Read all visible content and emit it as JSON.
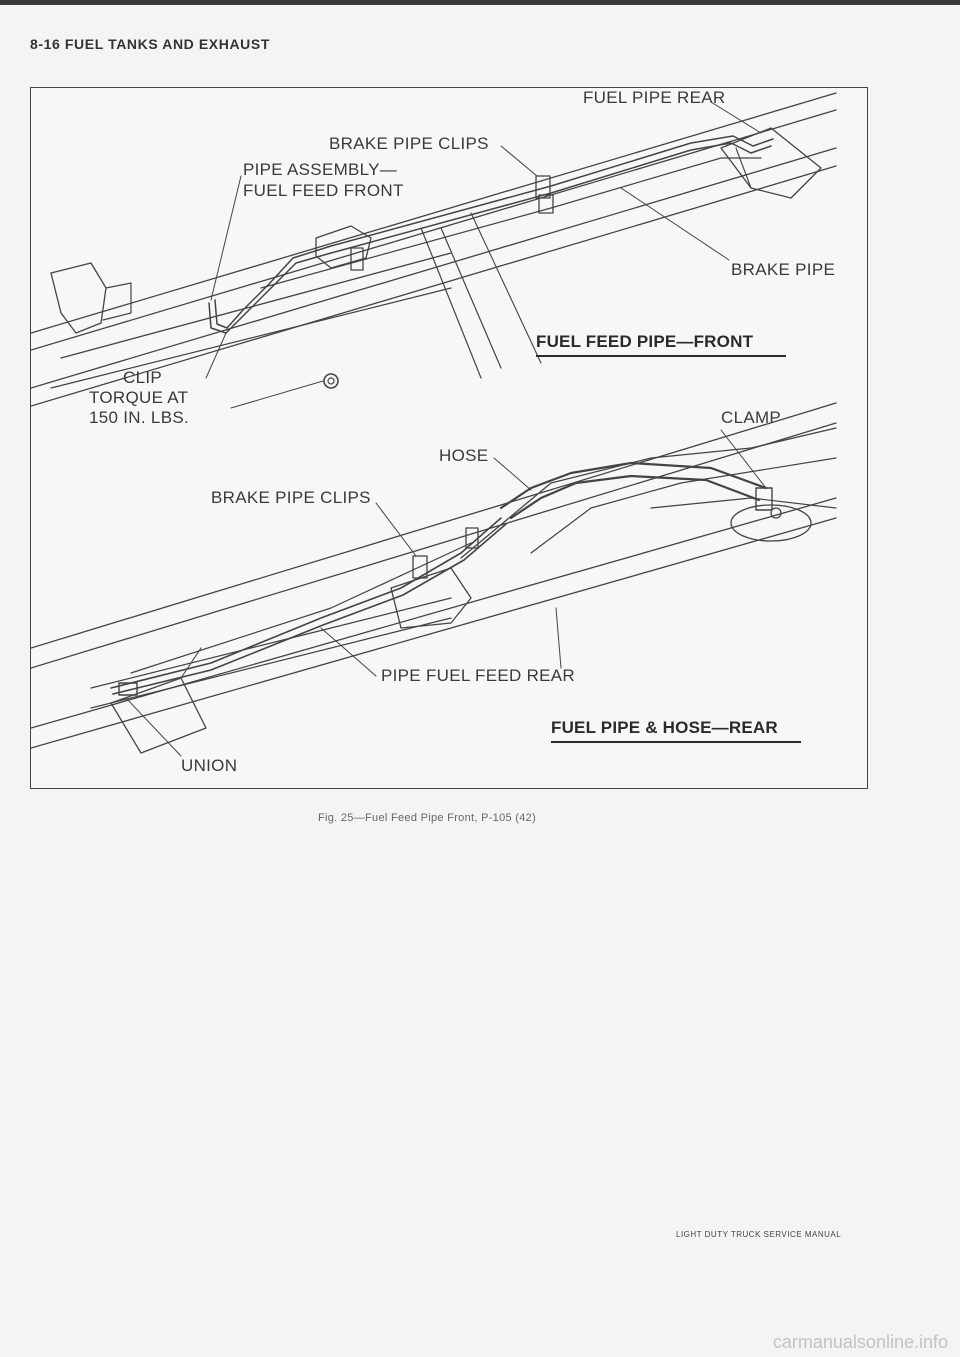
{
  "header": {
    "section": "8-16 FUEL TANKS AND EXHAUST"
  },
  "figure": {
    "front_view": {
      "title": "FUEL FEED PIPE—FRONT",
      "labels": {
        "fuel_pipe_rear": "FUEL PIPE REAR",
        "brake_pipe_clips": "BRAKE PIPE CLIPS",
        "pipe_assembly_line1": "PIPE ASSEMBLY—",
        "pipe_assembly_line2": "FUEL FEED FRONT",
        "brake_pipe": "BRAKE PIPE",
        "clip": "CLIP",
        "torque_line1": "TORQUE AT",
        "torque_line2": "150 IN. LBS."
      }
    },
    "rear_view": {
      "title": "FUEL PIPE & HOSE—REAR",
      "labels": {
        "clamp": "CLAMP",
        "hose": "HOSE",
        "brake_pipe_clips": "BRAKE PIPE CLIPS",
        "pipe_fuel_feed_rear": "PIPE FUEL FEED REAR",
        "union": "UNION"
      }
    }
  },
  "caption": "Fig. 25—Fuel Feed Pipe   Front, P-105 (42)",
  "footer": "LIGHT DUTY TRUCK SERVICE MANUAL",
  "watermark": "carmanualsonline.info"
}
